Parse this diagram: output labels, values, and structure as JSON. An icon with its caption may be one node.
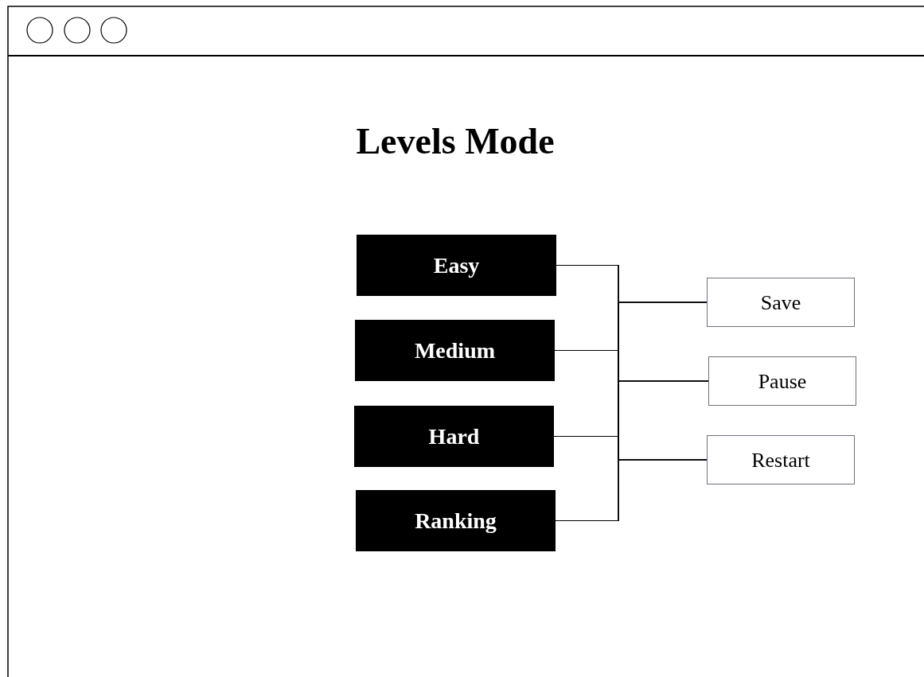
{
  "diagram": {
    "title": "Levels Mode",
    "nodes": [
      {
        "text": [
          "Easy"
        ]
      },
      {
        "text": [
          "Medium"
        ]
      },
      {
        "text": [
          "Hard"
        ]
      },
      {
        "text": [
          "Ranking"
        ]
      },
      {
        "text": [
          "Save"
        ]
      },
      {
        "text": [
          "Pause"
        ]
      },
      {
        "text": [
          "Restart"
        ]
      }
    ],
    "edges": [
      {
        "from": 0,
        "to": 4,
        "arrow": "none"
      },
      {
        "from": 0,
        "to": 5,
        "arrow": "none"
      },
      {
        "from": 0,
        "to": 6,
        "arrow": "none"
      },
      {
        "from": 1,
        "to": 4,
        "arrow": "none"
      },
      {
        "from": 1,
        "to": 5,
        "arrow": "none"
      },
      {
        "from": 1,
        "to": 6,
        "arrow": "none"
      },
      {
        "from": 2,
        "to": 4,
        "arrow": "none"
      },
      {
        "from": 2,
        "to": 5,
        "arrow": "none"
      },
      {
        "from": 2,
        "to": 6,
        "arrow": "none"
      },
      {
        "from": 3,
        "to": 4,
        "arrow": "none"
      },
      {
        "from": 3,
        "to": 5,
        "arrow": "none"
      },
      {
        "from": 3,
        "to": 6,
        "arrow": "none"
      }
    ]
  }
}
